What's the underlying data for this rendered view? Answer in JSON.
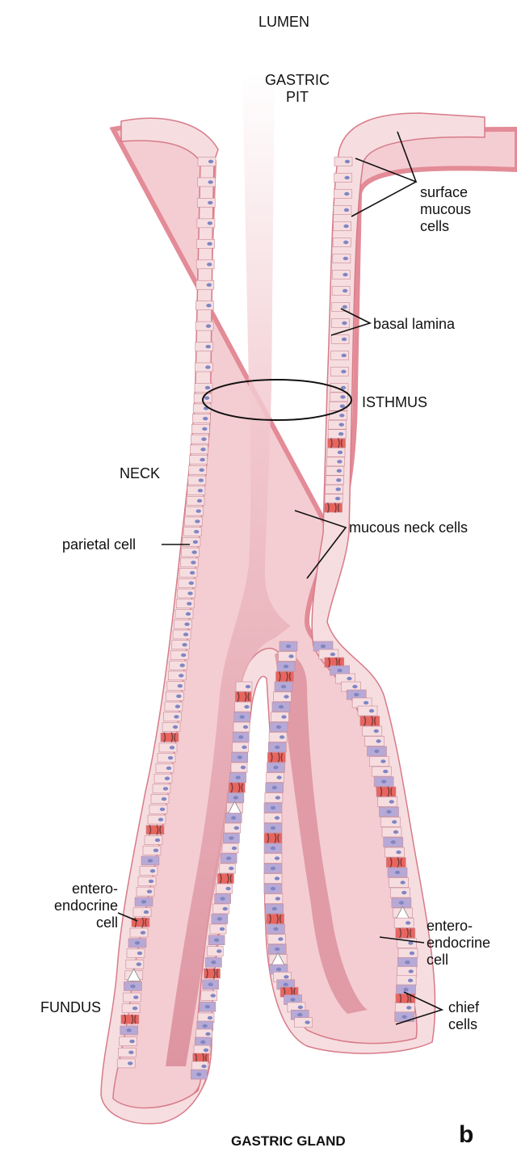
{
  "title": "GASTRIC GLAND",
  "panel_letter": "b",
  "labels": {
    "lumen": "LUMEN",
    "gastric_pit_line1": "GASTRIC",
    "gastric_pit_line2": "PIT",
    "surface_mucous_line1": "surface",
    "surface_mucous_line2": "mucous",
    "surface_mucous_line3": "cells",
    "basal_lamina": "basal lamina",
    "isthmus": "ISTHMUS",
    "neck": "NECK",
    "mucous_neck_cells": "mucous neck cells",
    "parietal_cell": "parietal cell",
    "enteroendocrine_left_line1": "entero-",
    "enteroendocrine_left_line2": "endocrine",
    "enteroendocrine_left_line3": "cell",
    "enteroendocrine_right_line1": "entero-",
    "enteroendocrine_right_line2": "endocrine",
    "enteroendocrine_right_line3": "cell",
    "fundus": "FUNDUS",
    "chief_line1": "chief",
    "chief_line2": "cells"
  },
  "colors": {
    "lamina": "#e07f8c",
    "epithelium": "#f6dde0",
    "lumen_fill": "#d98a98",
    "parietal": "#e8655f",
    "chief": "#b7a9d6",
    "nucleus": "#7f86c2",
    "enteroendocrine": "#ffffff"
  }
}
